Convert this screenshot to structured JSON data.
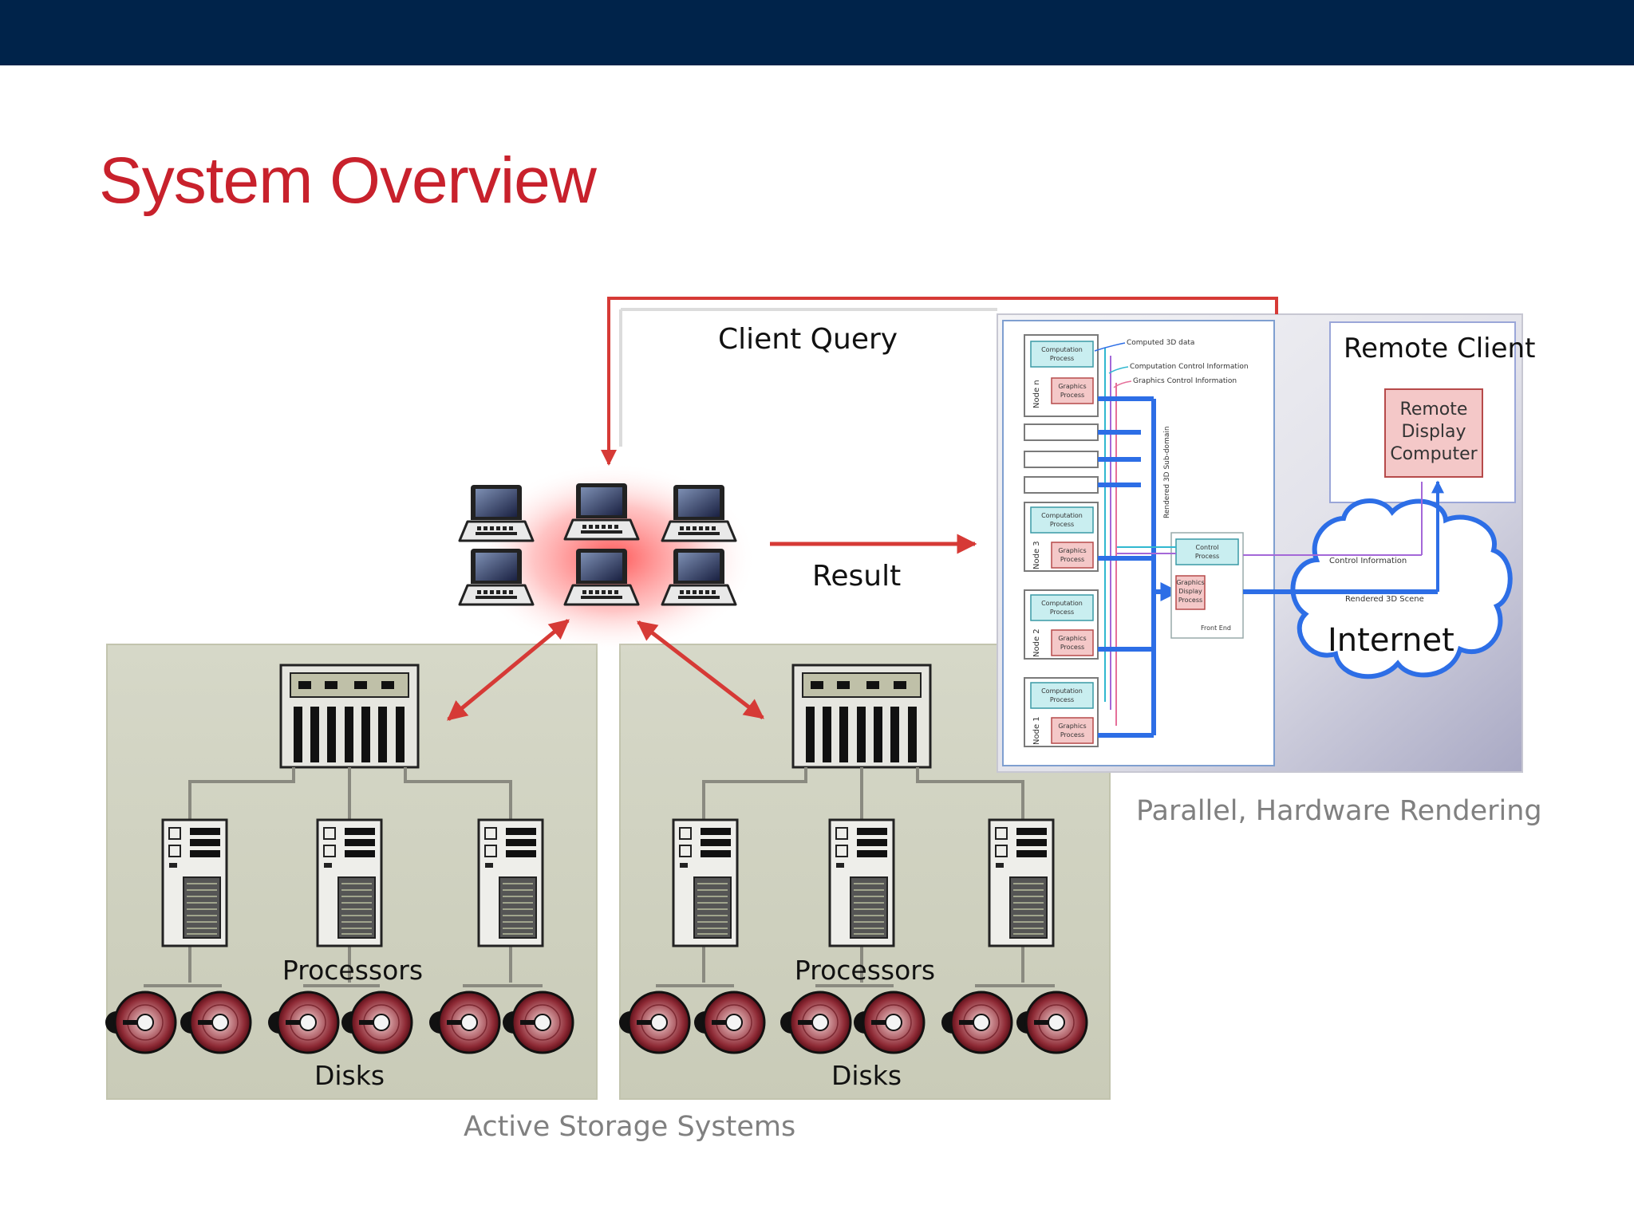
{
  "slide": {
    "title": "System Overview"
  },
  "colors": {
    "header_bar": "#00234a",
    "title": "#c8212c",
    "flow_arrow": "#d63a36",
    "data_bus": "#2d6ee6"
  },
  "labels": {
    "client_query": "Client Query",
    "result": "Result",
    "remote_client": "Remote Client",
    "remote_display": [
      "Remote",
      "Display",
      "Computer"
    ],
    "internet": "Internet",
    "parallel_rendering": "Parallel, Hardware Rendering",
    "active_storage": "Active Storage Systems",
    "processors": "Processors",
    "disks": "Disks"
  },
  "cluster": {
    "legend": [
      "Computed 3D data",
      "Computation Control Information",
      "Graphics Control Information"
    ],
    "nodes": [
      {
        "label": "Node n",
        "comp": [
          "Computation",
          "Process"
        ],
        "graphics": [
          "Graphics",
          "Process"
        ]
      },
      {
        "label": "Node 3",
        "comp": [
          "Computation",
          "Process"
        ],
        "graphics": [
          "Graphics",
          "Process"
        ]
      },
      {
        "label": "Node 2",
        "comp": [
          "Computation",
          "Process"
        ],
        "graphics": [
          "Graphics",
          "Process"
        ]
      },
      {
        "label": "Node 1",
        "comp": [
          "Computation",
          "Process"
        ],
        "graphics": [
          "Graphics",
          "Process"
        ]
      }
    ],
    "bus_label": "Rendered 3D Sub-domain",
    "control_process": [
      "Control",
      "Process"
    ],
    "graphics_display": [
      "Graphics",
      "Display",
      "Process"
    ],
    "front_end": "Front End",
    "control_information": "Control Information",
    "rendered_scene": "Rendered 3D Scene"
  },
  "icons": [
    "laptop-icon",
    "rack-server-icon",
    "tower-server-icon",
    "disk-icon",
    "cloud-icon"
  ]
}
